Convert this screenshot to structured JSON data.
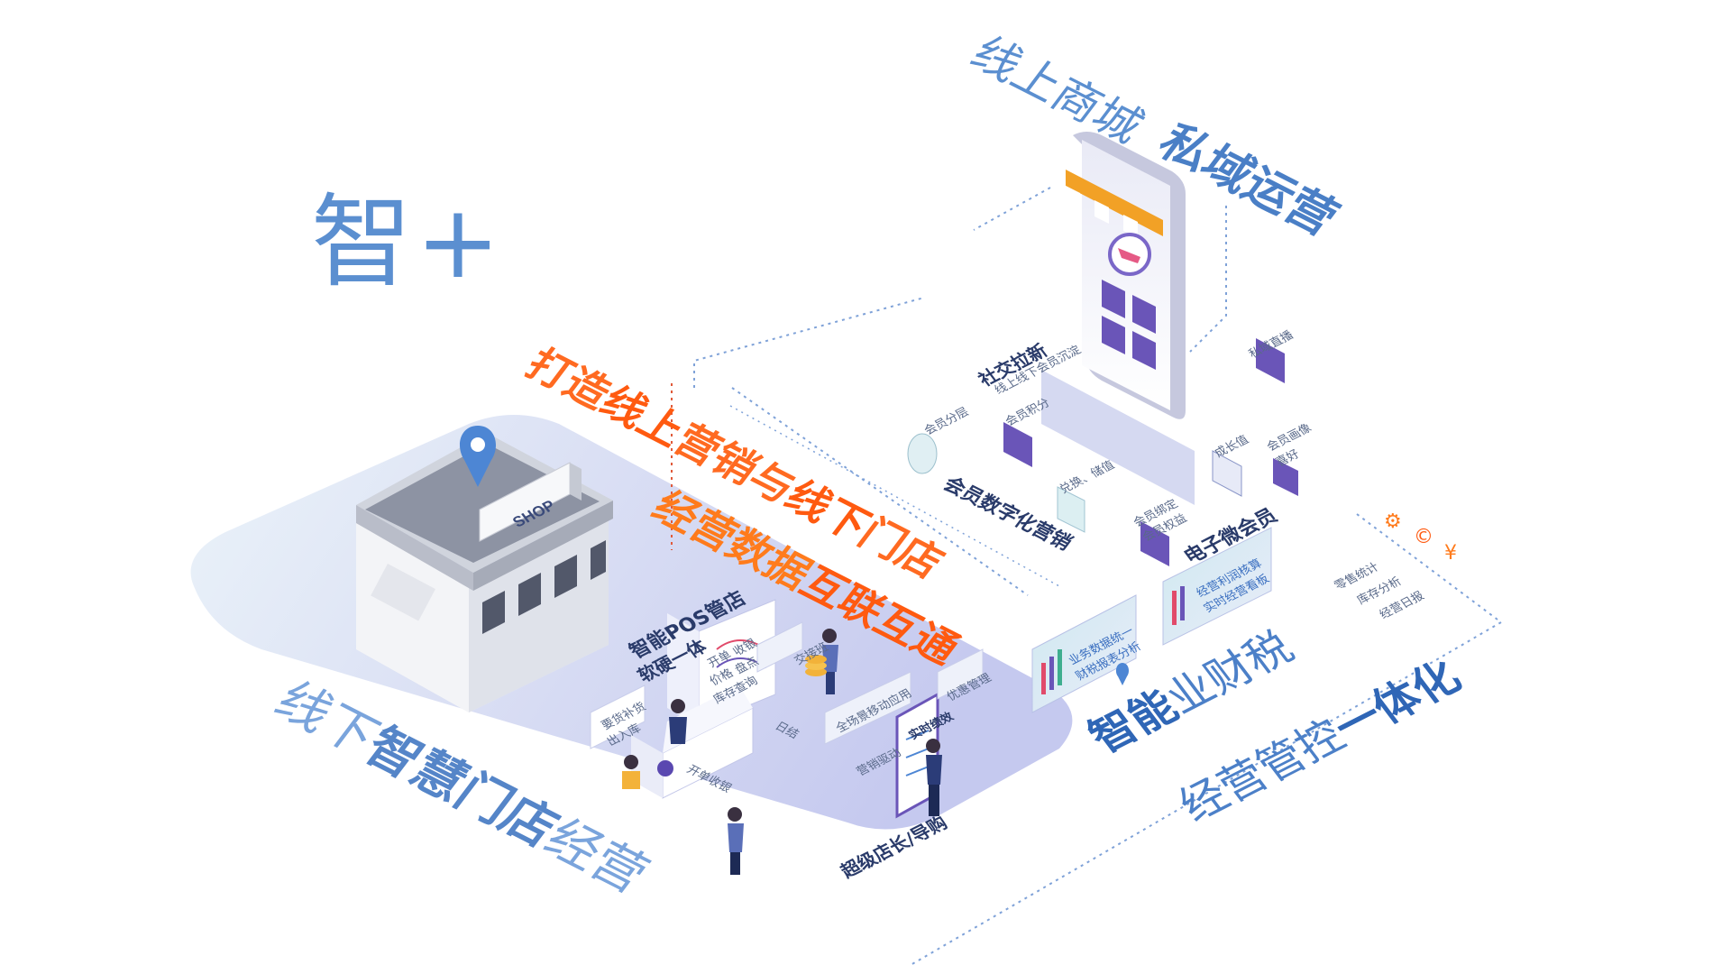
{
  "title": "智+",
  "headings": {
    "online_mall": "线上商城",
    "private_operation": "私域运营",
    "slogan_line1_a": "打造",
    "slogan_line1_b": "线上",
    "slogan_line1_c": "营销与",
    "slogan_line1_d": "线下",
    "slogan_line1_e": "门店",
    "slogan_line2_a": "经营数据",
    "slogan_line2_b": "互联互通",
    "offline_a": "线下",
    "offline_b": "智慧门店",
    "offline_c": "经营",
    "finance_a": "智能",
    "finance_b": "业财税",
    "finance_c": "经营管控",
    "finance_d": "一体化"
  },
  "shop_sign": "SHOP",
  "member": {
    "social": "社交拉新",
    "social_sub": "线上线下会员沉淀",
    "live": "私域直播",
    "layering": "会员分层",
    "points": "会员积分",
    "redeem": "兑换、储值",
    "growth": "成长值",
    "portrait": "会员画像",
    "portrait_sub": "喜好",
    "binding": "会员绑定",
    "rights": "会员权益",
    "digital_marketing": "会员数字化营销",
    "e_member": "电子微会员"
  },
  "finance_panels": {
    "p1_l1": "业务数据统一",
    "p1_l2": "财税报表分析",
    "p2_l1": "经营利润核算",
    "p2_l2": "实时经营看板",
    "side_1": "零售统计",
    "side_2": "库存分析",
    "side_3": "经营日报"
  },
  "store": {
    "pos_title": "智能POS管店",
    "pos_sub": "软硬一体",
    "pos_panel": [
      "开单",
      "收银",
      "价格",
      "盘点",
      "库存查询"
    ],
    "shift": "交接班",
    "replenish": "要货补货",
    "in_out": "出入库",
    "daily": "日结",
    "mobile": "全场景移动应用",
    "marketing_drive": "营销驱动",
    "realtime_perf": "实时绩效",
    "coupon": "优惠管理",
    "open_cashier": "开单收银",
    "manager": "超级店长/导购"
  },
  "colors": {
    "accent_blue": "#5b8fd0",
    "accent_orange": "#ff6a21",
    "purple": "#6a55b8",
    "platform": "#c9cff0"
  },
  "icons": [
    "map-pin-icon",
    "cart-icon",
    "play-icon",
    "points-icon",
    "user-icon",
    "bar-chart-icon",
    "gear-icon",
    "yen-icon"
  ]
}
